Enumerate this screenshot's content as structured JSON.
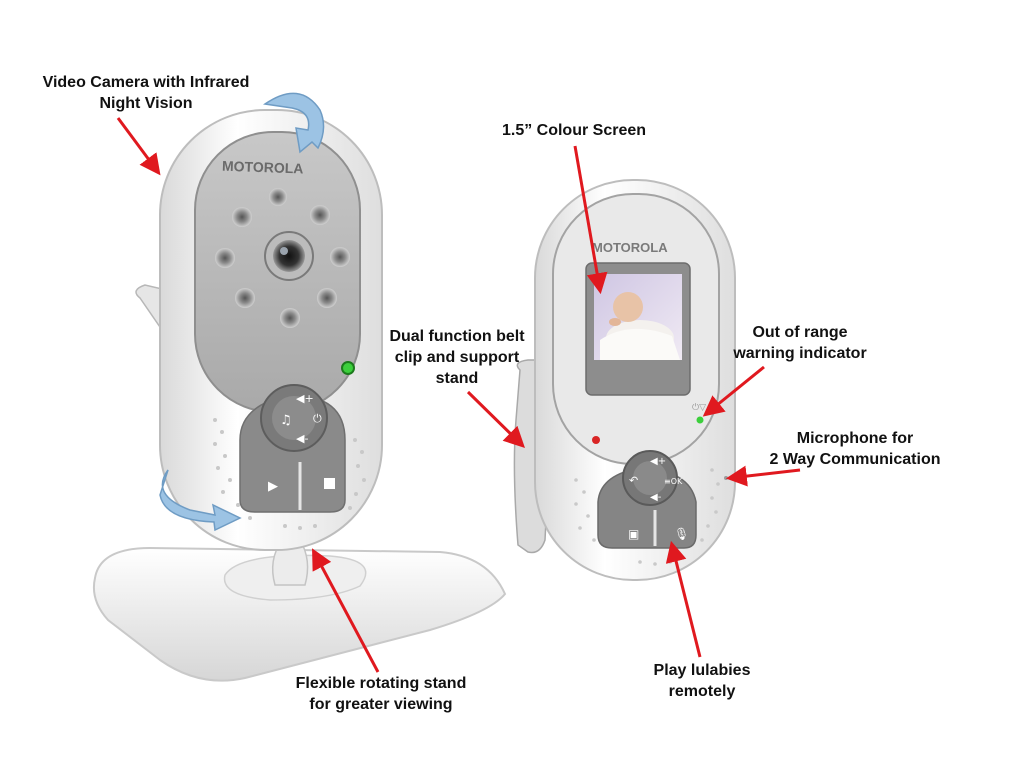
{
  "brand": {
    "camera_logo": "MOTOROLA",
    "monitor_logo": "MOTOROLA"
  },
  "colors": {
    "arrow": "#e0191f",
    "rotate_arrow": "#9cc3e4",
    "device_body": "#f1f1f1",
    "panel_grey": "#8c8c8c",
    "screen_frame": "#9a9a9a",
    "led_green": "#3ccf3c",
    "led_red": "#d92525"
  },
  "labels": {
    "camera": {
      "line1": "Video Camera with Infrared",
      "line2": "Night Vision"
    },
    "screen": {
      "line1": "1.5” Colour Screen"
    },
    "belt_clip": {
      "line1": "Dual function belt",
      "line2": "clip and support",
      "line3": "stand"
    },
    "range": {
      "line1": "Out of range",
      "line2": "warning indicator"
    },
    "microphone": {
      "line1": "Microphone for",
      "line2": "2 Way Communication"
    },
    "lullabies": {
      "line1": "Play lulabies",
      "line2": "remotely"
    },
    "stand": {
      "line1": "Flexible rotating stand",
      "line2": "for greater viewing"
    }
  },
  "icons": {
    "camera_buttons": [
      "volume-up-icon",
      "music-note-icon",
      "power-icon",
      "volume-down-icon",
      "play-icon",
      "stop-icon"
    ],
    "monitor_buttons": [
      "volume-up-icon",
      "back-icon",
      "menu-ok-icon",
      "volume-down-icon",
      "screen-icon",
      "microphone-icon"
    ]
  }
}
